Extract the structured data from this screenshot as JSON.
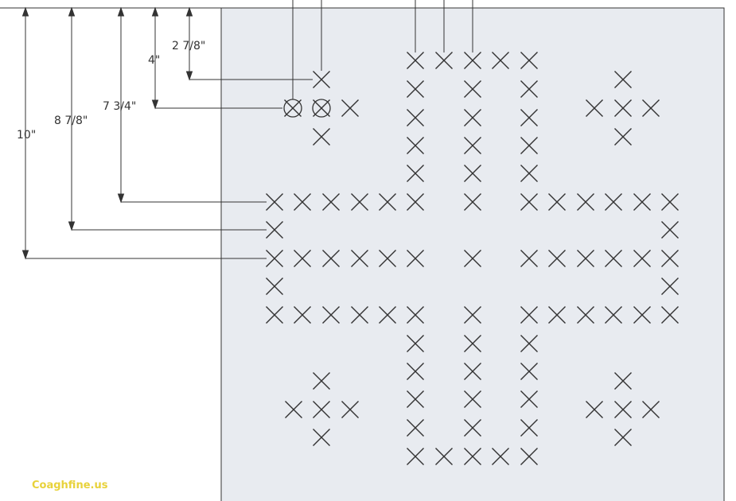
{
  "dimensions": [
    {
      "id": "dim-2-7-8",
      "label": "2 7/8\""
    },
    {
      "id": "dim-4",
      "label": "4\""
    },
    {
      "id": "dim-7-3-4",
      "label": "7 3/4\""
    },
    {
      "id": "dim-8-7-8",
      "label": "8 7/8\""
    },
    {
      "id": "dim-10",
      "label": "10\""
    }
  ],
  "watermark": "Coaghfine.us",
  "colors": {
    "board": "#e8ebf0",
    "line": "#333333",
    "watermark": "#e8d23a"
  }
}
